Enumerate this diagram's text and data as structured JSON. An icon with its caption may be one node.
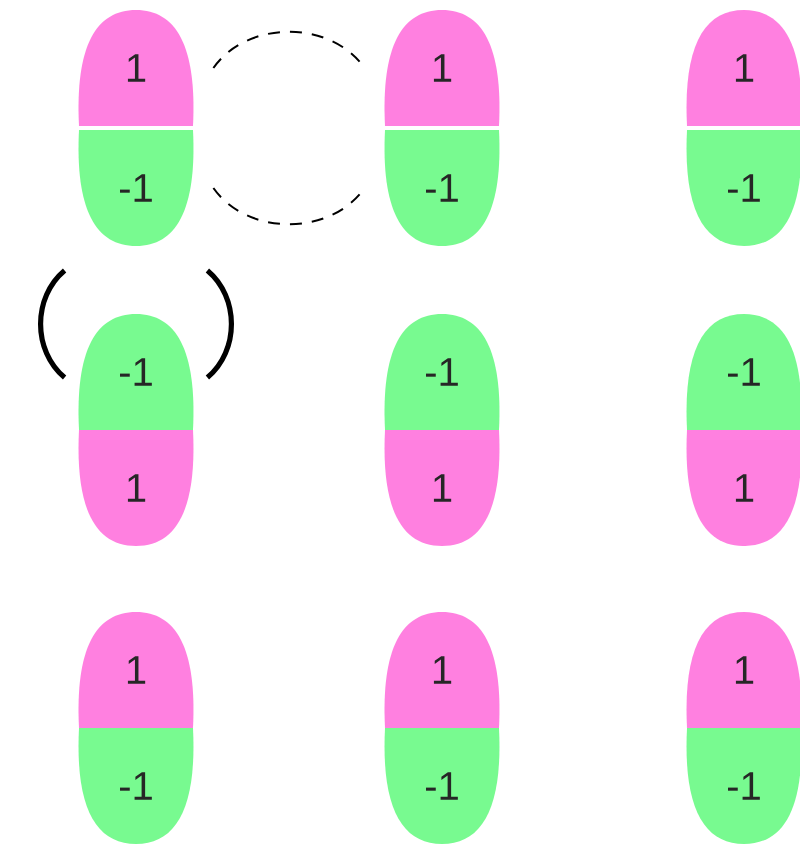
{
  "diagram": {
    "nodes": [
      {
        "text": [
          "1"
        ]
      },
      {
        "text": [
          "1"
        ]
      },
      {
        "text": [
          "1"
        ]
      },
      {
        "text": [
          "-1"
        ]
      },
      {
        "text": [
          "-1"
        ]
      },
      {
        "text": [
          "-1"
        ]
      },
      {
        "text": [
          "-1"
        ]
      },
      {
        "text": [
          "-1"
        ]
      },
      {
        "text": [
          "-1"
        ]
      },
      {
        "text": [
          "1"
        ]
      },
      {
        "text": [
          "1"
        ]
      },
      {
        "text": [
          "1"
        ]
      },
      {
        "text": [
          "1"
        ]
      },
      {
        "text": [
          "1"
        ]
      },
      {
        "text": [
          "1"
        ]
      },
      {
        "text": [
          "-1"
        ]
      },
      {
        "text": [
          "-1"
        ]
      },
      {
        "text": [
          "-1"
        ]
      }
    ],
    "edges": [
      {
        "from": 0,
        "to": 1,
        "arrow": "none",
        "style": "dashed"
      },
      {
        "from": 3,
        "to": 4,
        "arrow": "none",
        "style": "dashed"
      },
      {
        "from": 3,
        "to": 6,
        "arrow": "none",
        "style": "thick"
      },
      {
        "from": 3,
        "to": 6,
        "arrow": "none",
        "style": "thick"
      }
    ]
  }
}
